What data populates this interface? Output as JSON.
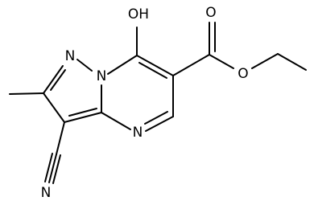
{
  "molecule": {
    "atoms": {
      "hydroxyl": "OH",
      "pyrazole_n2": "N",
      "pyrazole_n1": "N",
      "pyrimidine_n4": "N",
      "carbonyl_o": "O",
      "ester_o": "O",
      "nitrile_n": "N"
    },
    "colors": {
      "bond": "#000000",
      "label": "#000000",
      "background": "#ffffff"
    }
  }
}
